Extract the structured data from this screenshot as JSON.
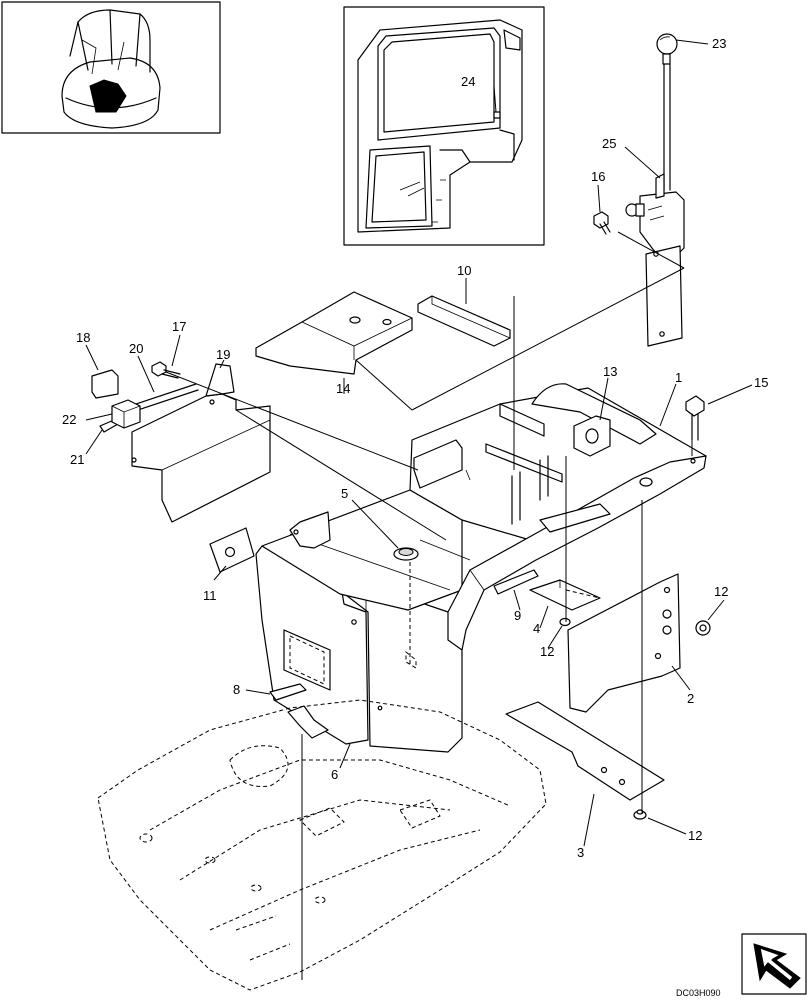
{
  "figure_code": "DC03H090",
  "callouts": [
    {
      "id": "c1",
      "text": "1"
    },
    {
      "id": "c2",
      "text": "2"
    },
    {
      "id": "c3",
      "text": "3"
    },
    {
      "id": "c4",
      "text": "4"
    },
    {
      "id": "c5",
      "text": "5"
    },
    {
      "id": "c6",
      "text": "6"
    },
    {
      "id": "c8",
      "text": "8"
    },
    {
      "id": "c9",
      "text": "9"
    },
    {
      "id": "c10",
      "text": "10"
    },
    {
      "id": "c11",
      "text": "11"
    },
    {
      "id": "c12a",
      "text": "12"
    },
    {
      "id": "c12b",
      "text": "12"
    },
    {
      "id": "c12c",
      "text": "12"
    },
    {
      "id": "c13",
      "text": "13"
    },
    {
      "id": "c14",
      "text": "14"
    },
    {
      "id": "c15",
      "text": "15"
    },
    {
      "id": "c16",
      "text": "16"
    },
    {
      "id": "c17",
      "text": "17"
    },
    {
      "id": "c18",
      "text": "18"
    },
    {
      "id": "c19",
      "text": "19"
    },
    {
      "id": "c20",
      "text": "20"
    },
    {
      "id": "c21",
      "text": "21"
    },
    {
      "id": "c22",
      "text": "22"
    },
    {
      "id": "c23",
      "text": "23"
    },
    {
      "id": "c24",
      "text": "24"
    },
    {
      "id": "c25",
      "text": "25"
    }
  ],
  "icons": {
    "overview_inset": "machine-overview-icon",
    "cab_inset": "cab-detail-icon",
    "direction": "direction-arrow-icon"
  }
}
